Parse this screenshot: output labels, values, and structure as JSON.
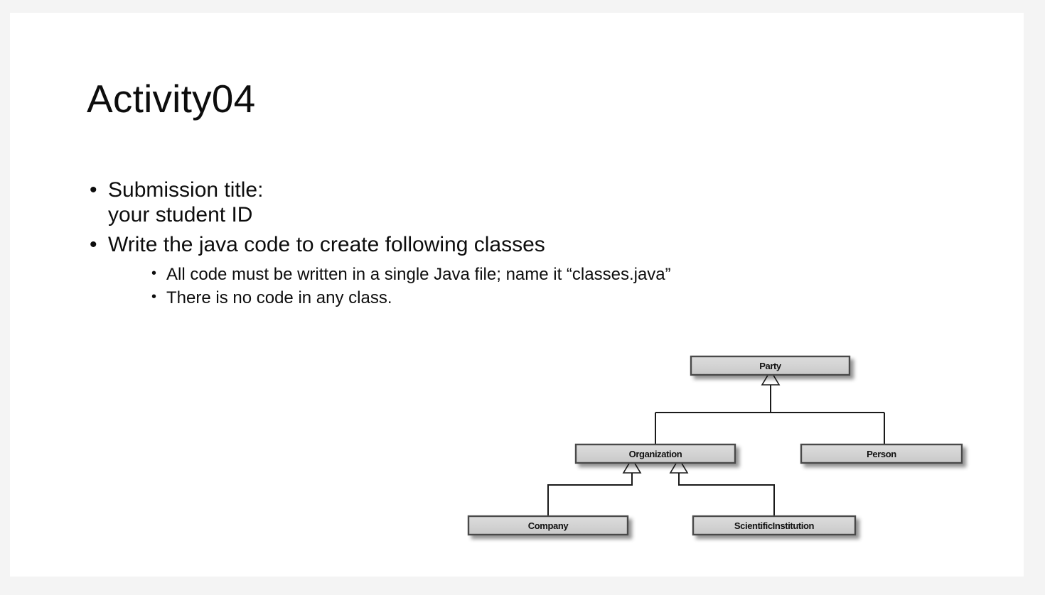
{
  "slide": {
    "title": "Activity04",
    "background_color": "#ffffff",
    "page_background_color": "#f4f4f4",
    "bullets": [
      {
        "level": 1,
        "marker": "•",
        "lines": [
          "Submission title:",
          "your student ID"
        ]
      },
      {
        "level": 1,
        "marker": "•",
        "lines": [
          "Write the java code to create following classes"
        ],
        "sub_bullets": [
          {
            "level": 2,
            "marker": "•",
            "text": "All code must be written in a single Java file; name it “classes.java”"
          },
          {
            "level": 2,
            "marker": "•",
            "text": "There is no code in any class."
          }
        ]
      }
    ]
  },
  "diagram": {
    "type": "uml-class-hierarchy",
    "relationship": "generalization",
    "box_fill_color": "#d2d2d2",
    "box_border_color": "#4a4a4a",
    "line_color": "#1a1a1a",
    "classes": [
      {
        "id": "party",
        "label": "Party",
        "row": 0
      },
      {
        "id": "organization",
        "label": "Organization",
        "row": 1
      },
      {
        "id": "person",
        "label": "Person",
        "row": 1
      },
      {
        "id": "company",
        "label": "Company",
        "row": 2
      },
      {
        "id": "scientificinstitution",
        "label": "ScientificInstitution",
        "row": 2
      }
    ],
    "edges": [
      {
        "from": "organization",
        "to": "party"
      },
      {
        "from": "person",
        "to": "party"
      },
      {
        "from": "company",
        "to": "organization"
      },
      {
        "from": "scientificinstitution",
        "to": "organization"
      }
    ]
  }
}
